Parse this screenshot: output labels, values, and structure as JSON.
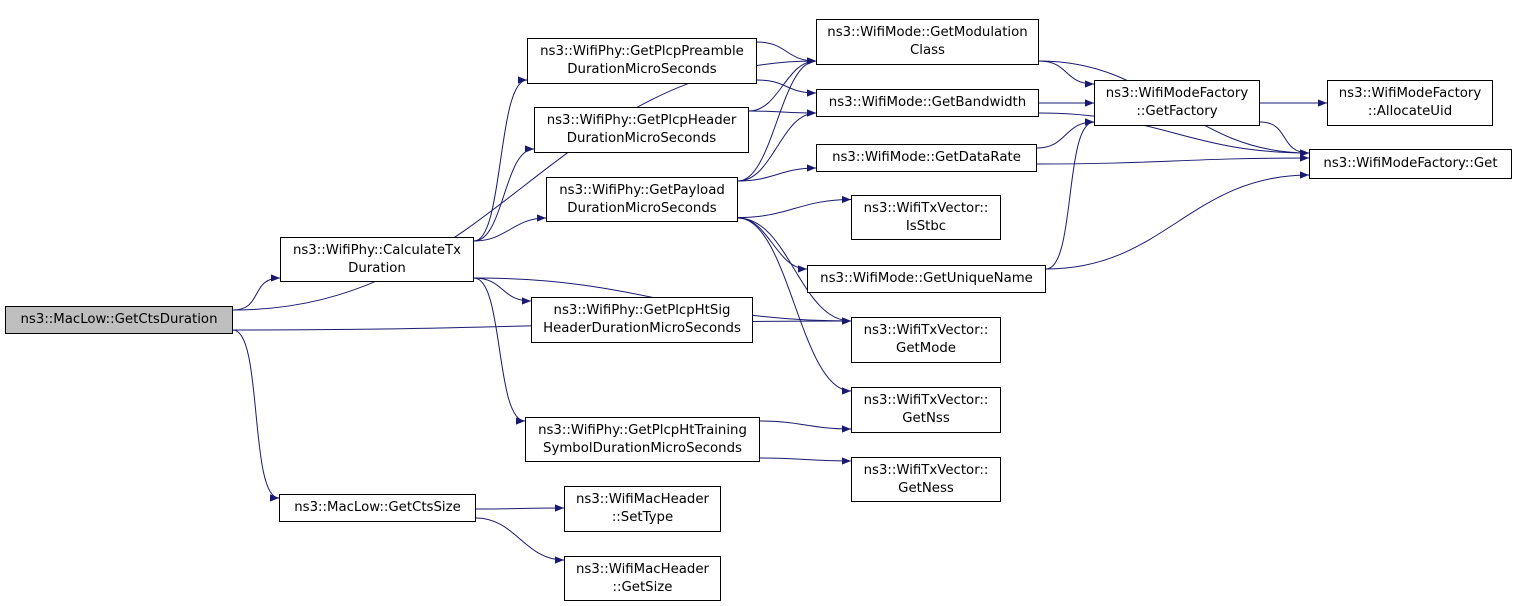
{
  "colors": {
    "edge": "#191970",
    "root_fill": "#bfbfbf",
    "node_fill": "#ffffff",
    "border": "#000000"
  },
  "nodes": {
    "get_cts_duration": [
      "ns3::MacLow::GetCtsDuration"
    ],
    "calculate_tx_duration": [
      "ns3::WifiPhy::CalculateTx",
      "Duration"
    ],
    "get_cts_size": [
      "ns3::MacLow::GetCtsSize"
    ],
    "plcp_preamble": [
      "ns3::WifiPhy::GetPlcpPreamble",
      "DurationMicroSeconds"
    ],
    "plcp_header": [
      "ns3::WifiPhy::GetPlcpHeader",
      "DurationMicroSeconds"
    ],
    "payload": [
      "ns3::WifiPhy::GetPayload",
      "DurationMicroSeconds"
    ],
    "plcp_ht_sig": [
      "ns3::WifiPhy::GetPlcpHtSig",
      "HeaderDurationMicroSeconds"
    ],
    "plcp_ht_training": [
      "ns3::WifiPhy::GetPlcpHtTraining",
      "SymbolDurationMicroSeconds"
    ],
    "set_type": [
      "ns3::WifiMacHeader",
      "::SetType"
    ],
    "get_size": [
      "ns3::WifiMacHeader",
      "::GetSize"
    ],
    "modulation_class": [
      "ns3::WifiMode::GetModulation",
      "Class"
    ],
    "bandwidth": [
      "ns3::WifiMode::GetBandwidth"
    ],
    "data_rate": [
      "ns3::WifiMode::GetDataRate"
    ],
    "is_stbc": [
      "ns3::WifiTxVector::",
      "IsStbc"
    ],
    "unique_name": [
      "ns3::WifiMode::GetUniqueName"
    ],
    "get_mode": [
      "ns3::WifiTxVector::",
      "GetMode"
    ],
    "get_nss": [
      "ns3::WifiTxVector::",
      "GetNss"
    ],
    "get_ness": [
      "ns3::WifiTxVector::",
      "GetNess"
    ],
    "get_factory": [
      "ns3::WifiModeFactory",
      "::GetFactory"
    ],
    "allocate_uid": [
      "ns3::WifiModeFactory",
      "::AllocateUid"
    ],
    "factory_get": [
      "ns3::WifiModeFactory::Get"
    ]
  },
  "edges": [
    [
      "get_cts_duration",
      "calculate_tx_duration"
    ],
    [
      "get_cts_duration",
      "modulation_class"
    ],
    [
      "get_cts_duration",
      "get_mode"
    ],
    [
      "get_cts_duration",
      "get_cts_size"
    ],
    [
      "calculate_tx_duration",
      "plcp_preamble"
    ],
    [
      "calculate_tx_duration",
      "plcp_header"
    ],
    [
      "calculate_tx_duration",
      "payload"
    ],
    [
      "calculate_tx_duration",
      "plcp_ht_sig"
    ],
    [
      "calculate_tx_duration",
      "get_mode"
    ],
    [
      "calculate_tx_duration",
      "plcp_ht_training"
    ],
    [
      "plcp_preamble",
      "modulation_class"
    ],
    [
      "plcp_preamble",
      "bandwidth"
    ],
    [
      "plcp_header",
      "modulation_class"
    ],
    [
      "plcp_header",
      "bandwidth"
    ],
    [
      "payload",
      "modulation_class"
    ],
    [
      "payload",
      "bandwidth"
    ],
    [
      "payload",
      "data_rate"
    ],
    [
      "payload",
      "is_stbc"
    ],
    [
      "payload",
      "unique_name"
    ],
    [
      "payload",
      "get_mode"
    ],
    [
      "payload",
      "get_nss"
    ],
    [
      "plcp_ht_training",
      "get_nss"
    ],
    [
      "plcp_ht_training",
      "get_ness"
    ],
    [
      "get_cts_size",
      "set_type"
    ],
    [
      "get_cts_size",
      "get_size"
    ],
    [
      "modulation_class",
      "get_factory"
    ],
    [
      "modulation_class",
      "factory_get"
    ],
    [
      "bandwidth",
      "get_factory"
    ],
    [
      "bandwidth",
      "factory_get"
    ],
    [
      "data_rate",
      "get_factory"
    ],
    [
      "data_rate",
      "factory_get"
    ],
    [
      "unique_name",
      "get_factory"
    ],
    [
      "unique_name",
      "factory_get"
    ],
    [
      "get_factory",
      "allocate_uid"
    ],
    [
      "get_factory",
      "factory_get"
    ]
  ]
}
